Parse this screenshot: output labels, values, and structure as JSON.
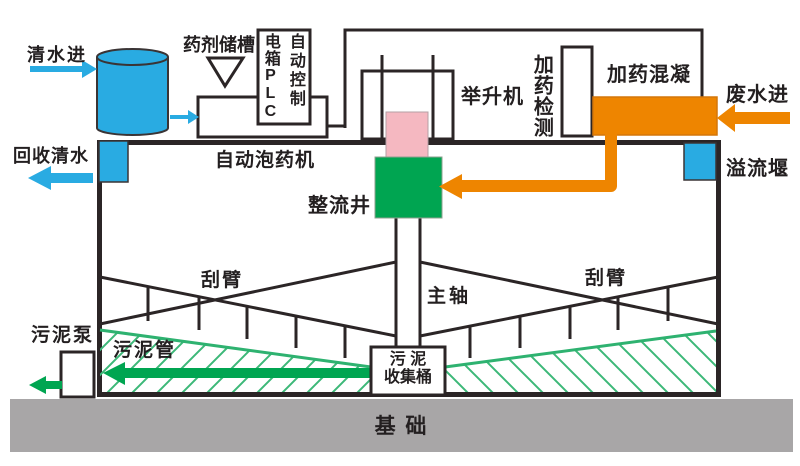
{
  "diagram": {
    "title_hint": "sedimentation-tank-process-diagram",
    "labels": {
      "clean_water_in": "清水进",
      "recycle_water": "回收清水",
      "chemical_storage": "药剂储槽",
      "plc_column_left": "电箱PLC",
      "plc_column_right": "自动控制",
      "auto_chemical_machine": "自动泡药机",
      "lifting_machine": "举升机",
      "dosing_detection": "加药检测",
      "dosing_coagulation": "加药混凝",
      "wastewater_in": "废水进",
      "overflow_weir": "溢流堰",
      "rectifying_well": "整流井",
      "scraper_arm_left": "刮臂",
      "scraper_arm_right": "刮臂",
      "main_shaft": "主轴",
      "sludge_pump": "污泥泵",
      "sludge_pipe": "污泥管",
      "sludge_bucket_line1": "污 泥",
      "sludge_bucket_line2": "收集桶",
      "foundation": "基  础"
    },
    "colors": {
      "water_blue": "#29abe2",
      "flow_orange": "#ee8500",
      "device_green": "#00a551",
      "sludge_hatch_green": "#3cb878",
      "pink": "#f5b8c1",
      "foundation_gray": "#a8a6a7",
      "line_black": "#2b2526"
    }
  }
}
